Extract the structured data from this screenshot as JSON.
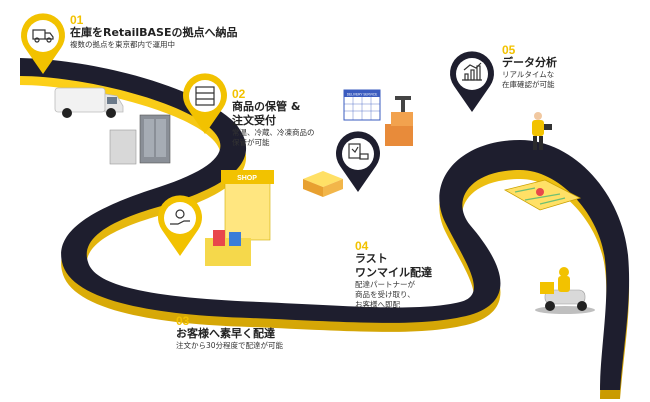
{
  "steps": [
    {
      "number": "01",
      "title": "在庫をRetailBASEの拠点へ納品",
      "desc": [
        "複数の拠点を東京都内で運用中"
      ],
      "icon": "truck-icon"
    },
    {
      "number": "02",
      "title": [
        "商品の保管 &",
        "注文受付"
      ],
      "desc": [
        "常温、冷蔵、冷凍商品の",
        "保管が可能"
      ],
      "icon": "storage-rack-icon"
    },
    {
      "number": "03",
      "title": "お客様へ素早く配達",
      "desc": [
        "注文から30分程度で配達が可能"
      ],
      "icon": "gear-hand-icon"
    },
    {
      "number": "04",
      "title": [
        "ラスト",
        "ワンマイル配達"
      ],
      "desc": [
        "配達パートナーが",
        "商品を受け取り、",
        "お客様へ即配"
      ],
      "icon": "delivery-checklist-icon"
    },
    {
      "number": "05",
      "title": "データ分析",
      "desc": [
        "リアルタイムな",
        "在庫確認が可能"
      ],
      "icon": "analytics-chart-icon"
    }
  ],
  "labels": {
    "shop_sign": "SHOP",
    "calendar": "DELIVERY SERVICE"
  },
  "colors": {
    "accent": "#F2C200",
    "road": "#1E1E2E",
    "text": "#222222"
  }
}
